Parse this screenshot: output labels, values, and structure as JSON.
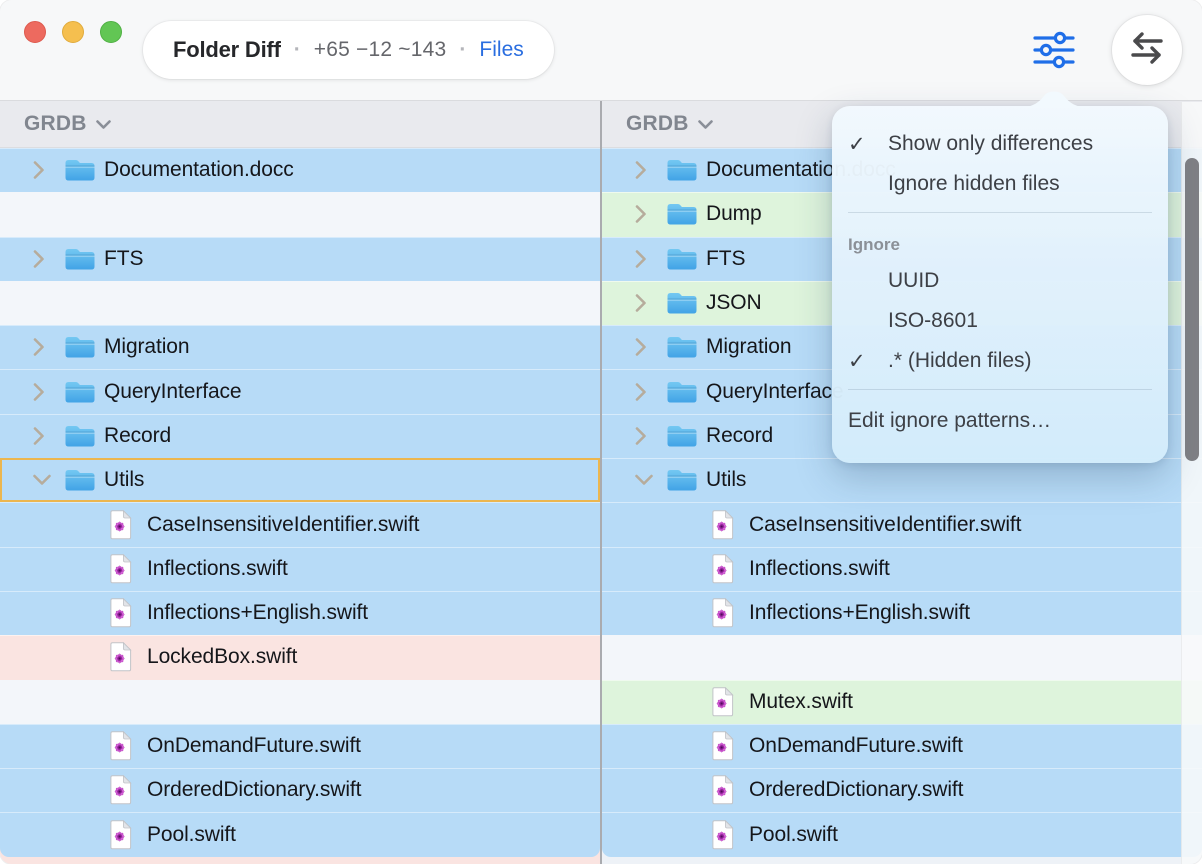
{
  "window": {
    "title": "Folder Diff",
    "separator": "·",
    "diff_stats": "+65 −12 ~143",
    "files_link": "Files"
  },
  "icons": {
    "check_glyph": "✓"
  },
  "colors": {
    "row_changed": "#b7dbf7",
    "row_added": "#def4dc",
    "row_removed": "#fae4e1",
    "row_blank": "#f3f6fa",
    "selection_border": "#ecb64f",
    "link_blue": "#2a6ee0",
    "filter_icon_blue": "#1f6ee8",
    "traffic_red": "#ed6a5f",
    "traffic_yellow": "#f5bf4f",
    "traffic_green": "#62c654"
  },
  "panels": {
    "left": {
      "header": "GRDB",
      "rows": [
        {
          "type": "changed",
          "kind": "folder",
          "name": "Documentation.docc",
          "chevron": "right"
        },
        {
          "type": "blank"
        },
        {
          "type": "changed",
          "kind": "folder",
          "name": "FTS",
          "chevron": "right"
        },
        {
          "type": "blank"
        },
        {
          "type": "changed",
          "kind": "folder",
          "name": "Migration",
          "chevron": "right"
        },
        {
          "type": "changed",
          "kind": "folder",
          "name": "QueryInterface",
          "chevron": "right"
        },
        {
          "type": "changed",
          "kind": "folder",
          "name": "Record",
          "chevron": "right"
        },
        {
          "type": "changed",
          "kind": "folder",
          "name": "Utils",
          "chevron": "down",
          "selected": true
        },
        {
          "type": "changed",
          "kind": "file",
          "name": "CaseInsensitiveIdentifier.swift"
        },
        {
          "type": "changed",
          "kind": "file",
          "name": "Inflections.swift"
        },
        {
          "type": "changed",
          "kind": "file",
          "name": "Inflections+English.swift"
        },
        {
          "type": "removed",
          "kind": "file",
          "name": "LockedBox.swift"
        },
        {
          "type": "blank"
        },
        {
          "type": "changed",
          "kind": "file",
          "name": "OnDemandFuture.swift"
        },
        {
          "type": "changed",
          "kind": "file",
          "name": "OrderedDictionary.swift"
        },
        {
          "type": "changed",
          "kind": "file",
          "name": "Pool.swift",
          "group_end": true
        }
      ],
      "partial_row_type": "removed"
    },
    "right": {
      "header": "GRDB",
      "rows": [
        {
          "type": "changed",
          "kind": "folder",
          "name": "Documentation.docc",
          "chevron": "right"
        },
        {
          "type": "added",
          "kind": "folder",
          "name": "Dump",
          "chevron": "right"
        },
        {
          "type": "changed",
          "kind": "folder",
          "name": "FTS",
          "chevron": "right"
        },
        {
          "type": "added",
          "kind": "folder",
          "name": "JSON",
          "chevron": "right"
        },
        {
          "type": "changed",
          "kind": "folder",
          "name": "Migration",
          "chevron": "right"
        },
        {
          "type": "changed",
          "kind": "folder",
          "name": "QueryInterface",
          "chevron": "right"
        },
        {
          "type": "changed",
          "kind": "folder",
          "name": "Record",
          "chevron": "right"
        },
        {
          "type": "changed",
          "kind": "folder",
          "name": "Utils",
          "chevron": "down"
        },
        {
          "type": "changed",
          "kind": "file",
          "name": "CaseInsensitiveIdentifier.swift"
        },
        {
          "type": "changed",
          "kind": "file",
          "name": "Inflections.swift"
        },
        {
          "type": "changed",
          "kind": "file",
          "name": "Inflections+English.swift"
        },
        {
          "type": "blank"
        },
        {
          "type": "added",
          "kind": "file",
          "name": "Mutex.swift"
        },
        {
          "type": "changed",
          "kind": "file",
          "name": "OnDemandFuture.swift"
        },
        {
          "type": "changed",
          "kind": "file",
          "name": "OrderedDictionary.swift"
        },
        {
          "type": "changed",
          "kind": "file",
          "name": "Pool.swift",
          "group_end": true
        }
      ],
      "partial_row_type": "blank"
    }
  },
  "popover": {
    "items": [
      {
        "label": "Show only differences",
        "checked": true
      },
      {
        "label": "Ignore hidden files",
        "checked": false
      }
    ],
    "section_label": "Ignore",
    "patterns": [
      {
        "label": "UUID",
        "checked": false
      },
      {
        "label": "ISO-8601",
        "checked": false
      },
      {
        "label": ".* (Hidden files)",
        "checked": true
      }
    ],
    "footer": "Edit ignore patterns…"
  }
}
